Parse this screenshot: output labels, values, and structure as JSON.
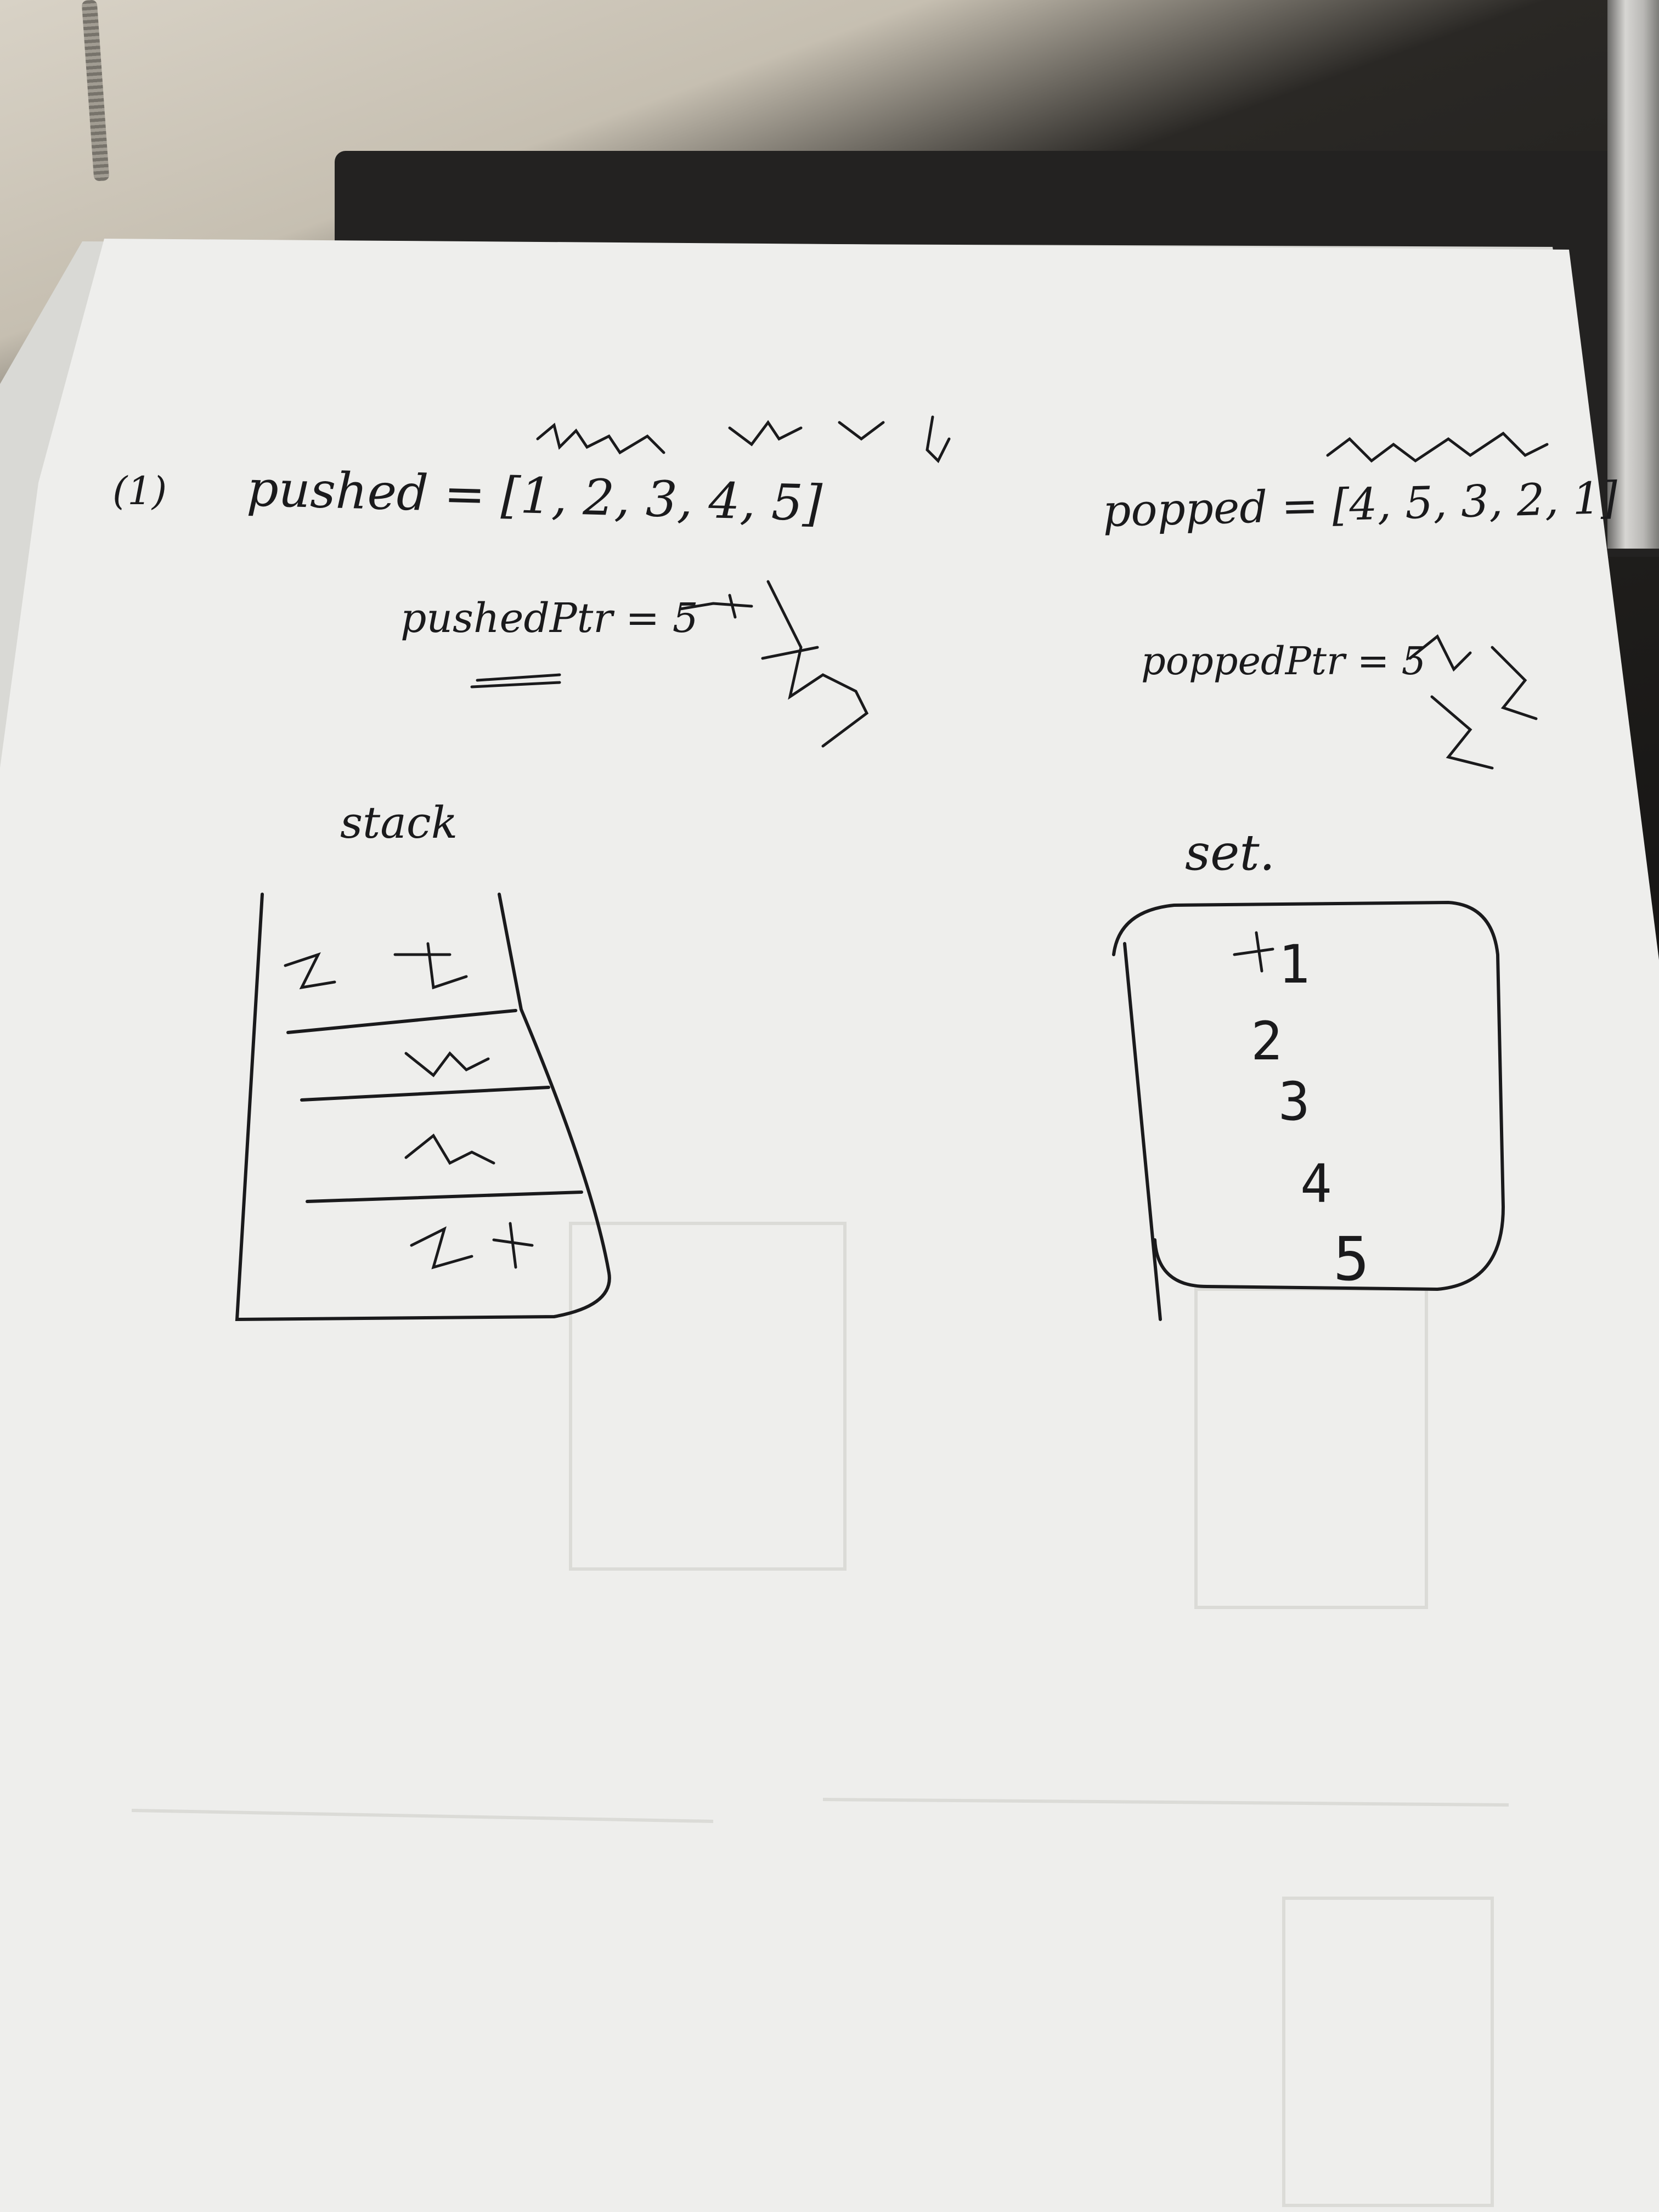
{
  "colors": {
    "paper": "#eeeeec",
    "paper_shadow": "#d9d9d5",
    "ink": "#1a1a1c",
    "background": "#141312"
  },
  "notes": {
    "problem_number": "(1)",
    "pushed": "pushed = [1, 2, 3, 4, 5]",
    "popped": "popped = [4, 5, 3, 2, 1]",
    "pushed_ptr": "pushedPtr = 5",
    "popped_ptr": "poppedPtr = 5",
    "stack_label": "stack",
    "set_label": "set.",
    "set_values": [
      "1",
      "2",
      "3",
      "4",
      "5"
    ]
  }
}
